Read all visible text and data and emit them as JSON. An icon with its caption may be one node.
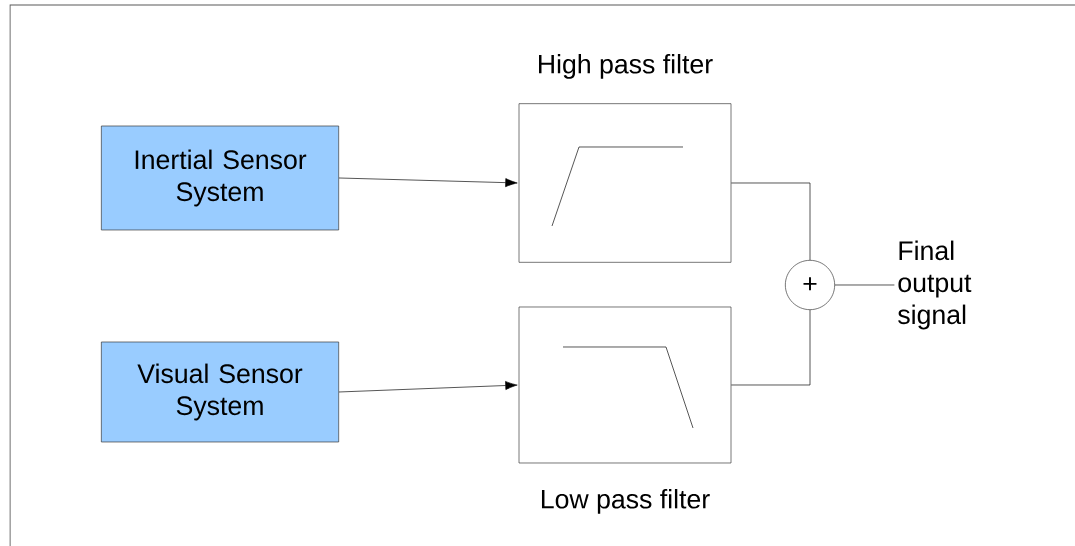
{
  "diagram": {
    "nodes": [
      {
        "text": [
          "Inertial Sensor System"
        ]
      },
      {
        "text": [
          "Visual Sensor System"
        ]
      },
      {
        "text": [
          "High pass filter"
        ]
      },
      {
        "text": [
          "Low pass filter"
        ]
      },
      {
        "text": [
          "+"
        ]
      },
      {
        "text": [
          "Final output signal"
        ]
      }
    ],
    "edges": [
      {
        "from": 0,
        "to": 2,
        "arrow": "to"
      },
      {
        "from": 1,
        "to": 3,
        "arrow": "to"
      },
      {
        "from": 2,
        "to": 4,
        "arrow": "none"
      },
      {
        "from": 3,
        "to": 4,
        "arrow": "none"
      },
      {
        "from": 4,
        "to": 5,
        "arrow": "none"
      }
    ]
  }
}
